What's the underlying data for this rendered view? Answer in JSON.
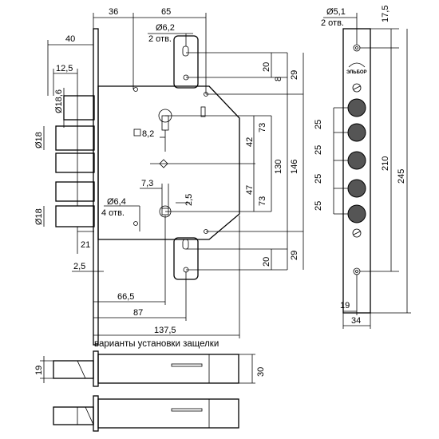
{
  "drawing": {
    "caption": "варианты установки защелки",
    "dimensions": {
      "d36": "36",
      "d65": "65",
      "d40": "40",
      "d6_2": "Ø6,2",
      "holes2": "2 отв.",
      "d12_5": "12,5",
      "d18_6": "Ø18,6",
      "d18_top": "Ø18",
      "d18_bot": "Ø18",
      "sq8_2": "8,2",
      "d7_3": "7,3",
      "d2_5_mid": "2,5",
      "d6_4": "Ø6,4",
      "holes4": "4 отв.",
      "d21": "21",
      "d2_5_left": "2,5",
      "d66_5": "66,5",
      "d87": "87",
      "d137_5": "137,5",
      "d20_top": "20",
      "d8": "8",
      "d29_top": "29",
      "d73_top": "73",
      "d42": "42",
      "d130": "130",
      "d146": "146",
      "d47": "47",
      "d73_bot": "73",
      "d20_bot": "20",
      "d29_bot": "29",
      "d19_latch": "19",
      "d30_latch": "30"
    },
    "faceplate": {
      "d5_1": "Ø5,1",
      "holes2": "2 отв.",
      "d17_5": "17,5",
      "brand": "ЭЛЬБОР",
      "pitch1": "25",
      "pitch2": "25",
      "pitch3": "25",
      "pitch4": "25",
      "d210": "210",
      "d245": "245",
      "d19": "19",
      "d34": "34"
    }
  }
}
